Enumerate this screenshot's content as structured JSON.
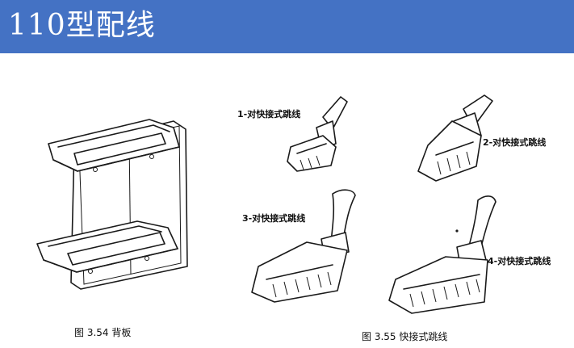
{
  "header": {
    "title": "110型配线",
    "bg_color": "#4472C4"
  },
  "labels": {
    "pair1": "1-对快接式跳线",
    "pair2": "2-对快接式跳线",
    "pair3": "3-对快接式跳线",
    "pair4": "4-对快接式跳线"
  },
  "captions": {
    "fig354": "图 3.54   背板",
    "fig355": "图 3.55   快接式跳线"
  }
}
